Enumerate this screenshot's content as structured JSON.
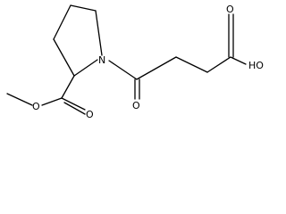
{
  "molecule": {
    "atoms": {
      "ring_nitrogen": "N",
      "carbonyl_oxygen": "O",
      "ester_carbonyl_oxygen": "O",
      "ester_ether_oxygen": "O",
      "acid_carbonyl_oxygen": "O",
      "acid_hydroxyl": "HO"
    },
    "colors": {
      "bond": "#000000",
      "label": "#000000",
      "background": "#ffffff"
    }
  }
}
